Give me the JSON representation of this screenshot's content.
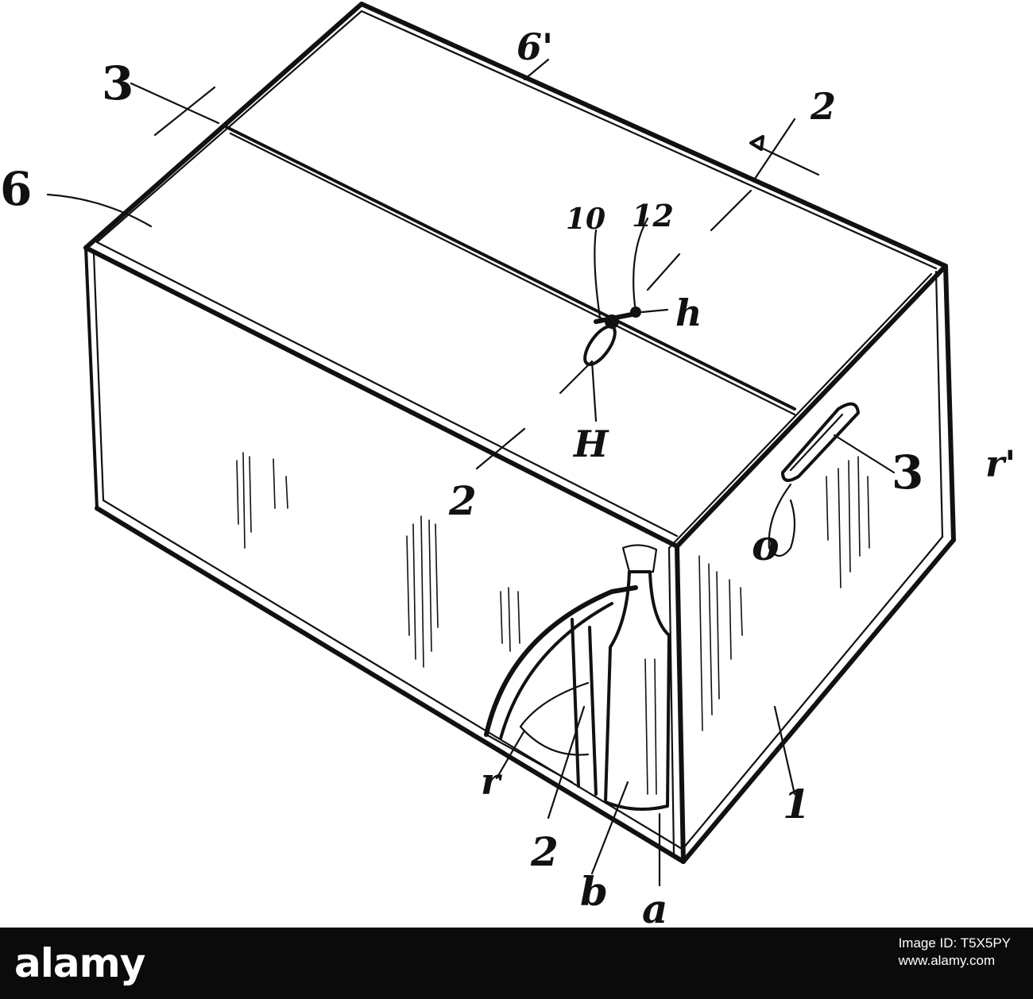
{
  "diagram": {
    "labels": {
      "section_3_left": "3",
      "section_6_prime": "6'",
      "section_2_top": "2",
      "label_6": "6",
      "label_10": "10",
      "label_12": "12",
      "label_h_small": "h",
      "label_H": "H",
      "label_2_mid": "2",
      "label_3_right": "3",
      "label_r_prime": "r'",
      "label_o": "o",
      "label_r": "r",
      "label_2_bottom": "2",
      "label_b": "b",
      "label_a": "a",
      "label_1": "1"
    }
  },
  "footer": {
    "logo": "alamy",
    "image_id_label": "Image ID: T5X5PY",
    "image_id": "T5X5PY",
    "url": "www.alamy.com"
  }
}
